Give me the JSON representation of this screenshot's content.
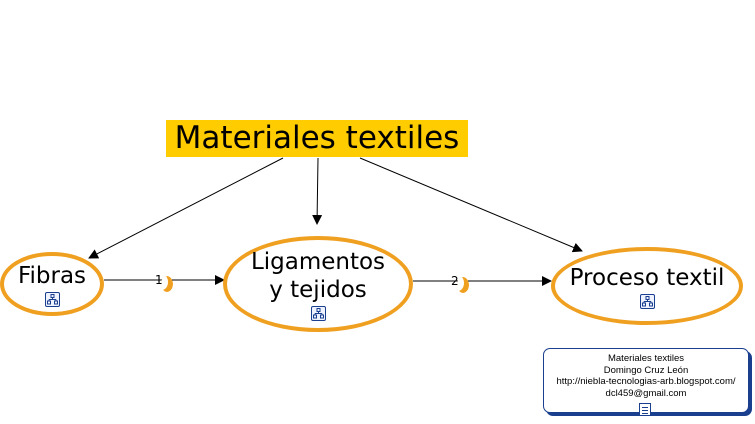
{
  "title": "Materiales textiles",
  "nodes": [
    {
      "id": "fibras",
      "label": "Fibras",
      "submap_icon": "concept-map-icon"
    },
    {
      "id": "ligamentos",
      "label": "Ligamentos\ny tejidos",
      "submap_icon": "concept-map-icon"
    },
    {
      "id": "proceso",
      "label": "Proceso textil",
      "submap_icon": "concept-map-icon"
    }
  ],
  "links": [
    {
      "label": "1",
      "icon": "crescent-moon-icon"
    },
    {
      "label": "2",
      "icon": "crescent-moon-icon"
    }
  ],
  "info": {
    "line1": "Materiales textiles",
    "line2": "Domingo Cruz León",
    "line3": "http://niebla-tecnologias-arb.blogspot.com/",
    "line4": "dcl459@gmail.com",
    "icon": "note-icon"
  },
  "colors": {
    "title_bg": "#ffcc00",
    "node_border": "#f0a020",
    "info_border": "#1a3f8f"
  }
}
